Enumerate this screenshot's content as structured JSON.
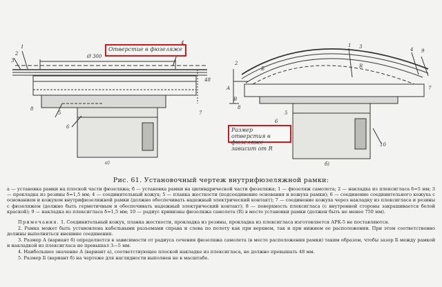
{
  "drawing": {
    "callout_left": "Отверстие в фюзеляже",
    "callout_right": "Размер отверстия в фюзеляже зависит от R",
    "label_diameter": "Ø 300",
    "label_a_left": "а)",
    "label_b_right": "б)",
    "label_48": "48",
    "number_labels_left": [
      "1",
      "2",
      "3",
      "4",
      "5",
      "6",
      "7",
      "8"
    ],
    "number_labels_right": [
      "1",
      "2",
      "3",
      "4",
      "5",
      "6",
      "7",
      "8",
      "9",
      "10"
    ],
    "letter_labels": [
      "А",
      "Б",
      "В",
      "R"
    ]
  },
  "caption": "Рис. 61. Установочный чертеж внутрифюзеляжной рамки:",
  "legend": "а — установка рамки на плоской части фюзеляжа; б — установка рамки на цилиндрической части фюзеляжа; 1 — фюзеляж самолета; 2 — накладка из плексигласа δ=5 мм; 3 — прокладка из резины δ=1,5 мм; 4 — соединительный кожух; 5 — планка жесткости (подсоединение основания и кожуха рамки); 6 — соединение соединительного кожуха с основанием и кожухом внутрифюзеляжной рамки (должно обеспечивать надежный электрический контакт); 7 — соединение кожуха через накладку из плексигласа и резины с фюзеляжем (должно быть герметичным и обеспечивать надежный электрический контакт); 8 — поверхность плексигласа (с внутренней стороны закрашивается белой краской); 9 — накладка из плексигласа δ=1,5 мм; 10 — радиус кривизны фюзеляжа самолета (R) в месте установки рамки (должен быть не менее 750 мм).",
  "notes": {
    "heading": "Примечания.",
    "n1": "1. Соединительный кожух, планка жесткости, прокладка из резины, прокладка из плексигласа изготовляется АРК-5 не поставляются.",
    "n2": "2. Рамка может быть установлена кабельными разъемами справа и слева по полету как при верхнем, так и при нижнем ее расположении. При этом соответственно должны выполняться внешние соединения.",
    "n3": "3. Размер А (вариант б) определяется в зависимости от радиуса сечения фюзеляжа самолета (в месте расположения рамки) таким образом, чтобы зазор Б между рамкой и накладкой из плексигласа не превышал 3—5 мм.",
    "n4": "4. Наибольшее значение А (вариант а), соответствующее плоской накладке из плексигласа, не должно превышать 48 мм.",
    "n5": "5. Размер Б (вариант б) на чертеже для наглядности выполнен не в масштабе."
  }
}
